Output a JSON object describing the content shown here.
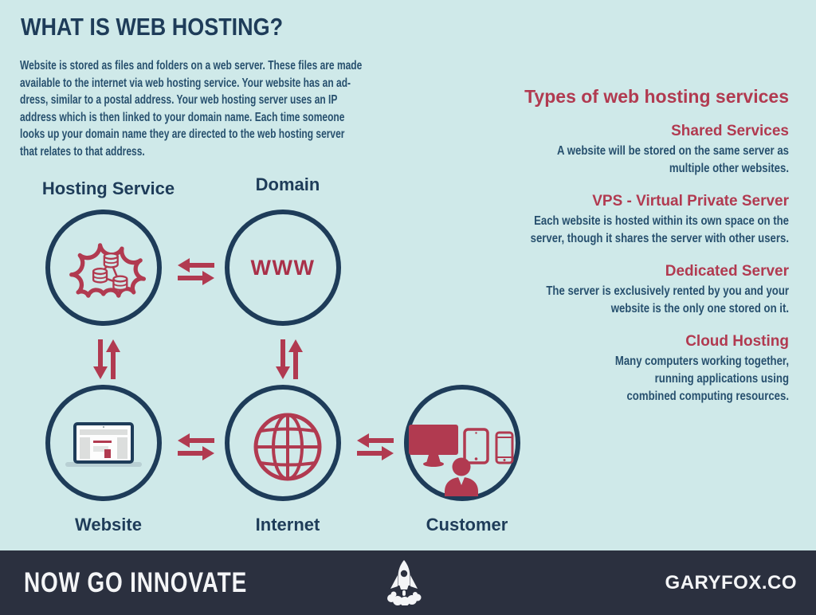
{
  "colors": {
    "background": "#cfe9e9",
    "navy": "#1e3c59",
    "body_text": "#27506e",
    "accent_red": "#b13a50",
    "footer_bg": "#2b303f"
  },
  "header": {
    "title": "WHAT IS WEB HOSTING?"
  },
  "intro": {
    "lines": [
      "Website is stored as files and folders on a web server. These files are made",
      "available to the internet via web hosting service. Your website has an ad-",
      "dress, similar to a postal address. Your web hosting server uses an IP",
      "address which is then linked to your domain name. Each time someone",
      "looks up your domain name they are directed to the web hosting server",
      "that relates to that address."
    ]
  },
  "types": {
    "heading": "Types of web hosting services",
    "sections": [
      {
        "heading": "Shared Services",
        "lines": [
          "A website will be stored on the same server as",
          "multiple other websites."
        ]
      },
      {
        "heading": "VPS - Virtual Private Server",
        "lines": [
          "Each website is hosted within its own space on the",
          "server, though it shares the server with other users."
        ]
      },
      {
        "heading": "Dedicated Server",
        "lines": [
          "The server is exclusively rented by you and your",
          "website is the only one stored on it."
        ]
      },
      {
        "heading": "Cloud Hosting",
        "lines": [
          "Many computers working together,",
          "running applications using",
          "combined computing resources."
        ]
      }
    ]
  },
  "diagram": {
    "nodes": [
      {
        "id": "hosting-service",
        "label": "Hosting Service",
        "icon": "cloud-database-icon"
      },
      {
        "id": "domain",
        "label": "Domain",
        "icon": "www-text",
        "icon_text": "WWW"
      },
      {
        "id": "website",
        "label": "Website",
        "icon": "laptop-icon"
      },
      {
        "id": "internet",
        "label": "Internet",
        "icon": "globe-icon"
      },
      {
        "id": "customer",
        "label": "Customer",
        "icon": "devices-user-icon"
      }
    ]
  },
  "footer": {
    "tagline": "NOW GO INNOVATE",
    "brand": "GARYFOX.CO",
    "icon": "rocket-icon"
  }
}
